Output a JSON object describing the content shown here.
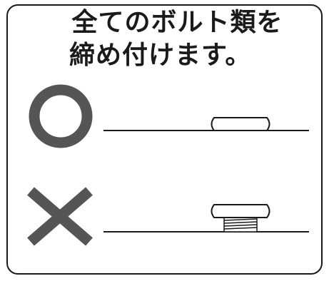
{
  "notice": {
    "title_line1": "全てのボルト類を",
    "title_line2": "締め付けます。"
  },
  "examples": [
    {
      "mark": "correct-mark",
      "state": "bolt fully tightened, flush with surface"
    },
    {
      "mark": "incorrect-mark",
      "state": "bolt loose, threads exposed above surface"
    }
  ],
  "colors": {
    "ink": "#1a1a1a",
    "mark_gray": "#555555",
    "background": "#ffffff"
  }
}
